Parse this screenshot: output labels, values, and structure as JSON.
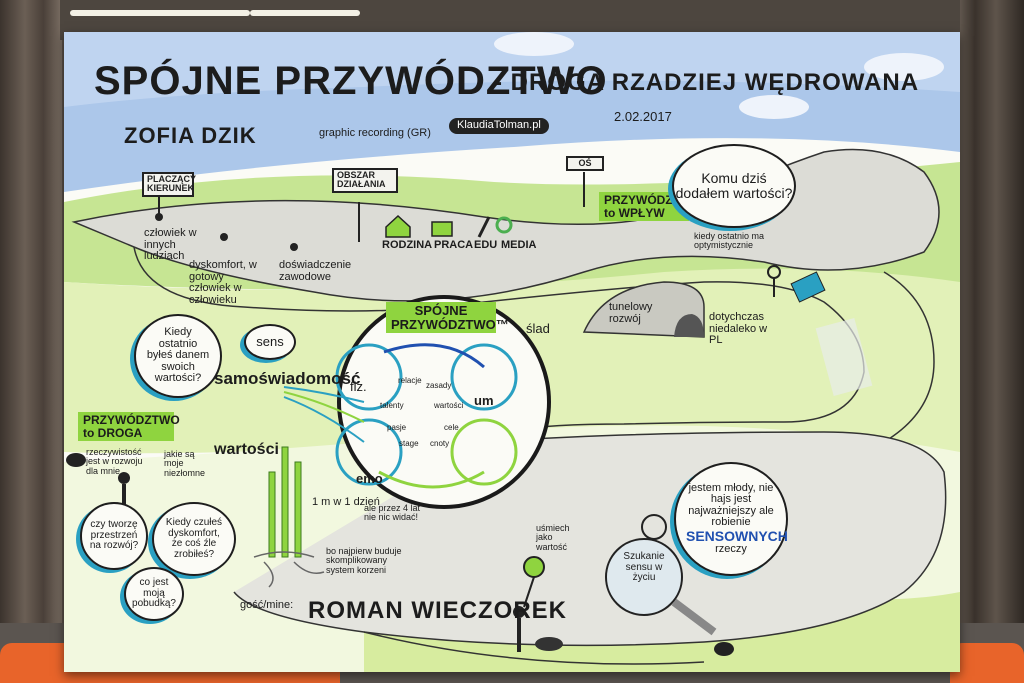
{
  "title": {
    "main": "SPÓJNE PRZYWÓDZTWO",
    "subtitle": "- DROGA RZADZIEJ WĘDROWANA",
    "author": "ZOFIA DZIK",
    "recording": "graphic recording (GR)",
    "brand": "KlaudiaTolman.pl",
    "date": "2.02.2017"
  },
  "signs": {
    "left": "PLACZĄCY KIERUNEK",
    "middle": "OBSZAR DZIAŁANIA",
    "right": "OŚ"
  },
  "road_labels": {
    "cz1": "człowiek w innych ludziach",
    "cz2": "dyskomfort, w gotowy człowiek w człowieku",
    "cz3": "doświadczenie zawodowe",
    "life1": "RODZINA",
    "life2": "PRACA",
    "life3": "EDU",
    "life4": "MEDIA",
    "wplyw": "PRZYWÓDZTWO to WPŁYW",
    "tunel": "tunelowy rozwój",
    "slad": "ślad",
    "doplecz": "dotychczas niedaleko w PL",
    "kiedy_ostatnio": "kiedy ostatnio ma optymistycznie"
  },
  "bubbles": {
    "komu": "Komu dziś dodałem wartości?",
    "kiedy": "Kiedy ostatnio byłeś danem swoich wartości?",
    "sens": "sens",
    "czy": "czy tworzę przestrzeń na rozwój?",
    "dyskomfort": "Kiedy czułeś dyskomfort, że coś źle zrobiłeś?",
    "colest": "co jest moją pobudką?",
    "mlody": "jestem młody, nie hajs jest najważniejszy ale robienie",
    "sensownych": "SENSOWNYCH",
    "rzeczy": "rzeczy"
  },
  "center": {
    "tag": "SPÓJNE PRZYWÓDZTWO™",
    "samo": "samoświadomość",
    "wartosci": "wartości",
    "fiz": "fiz.",
    "um": "um",
    "emo": "emo",
    "words": [
      "relacje",
      "talenty",
      "wartości",
      "pasje",
      "cele",
      "stage",
      "cnoty",
      "zasady"
    ]
  },
  "left": {
    "tag": "PRZYWÓDZTWO to DROGA",
    "nowo": "rzeczywistość jest w rozwoju dla mnie",
    "jakie": "jakie są moje niezłomne",
    "bambus": "1 m w 1 dzień",
    "ale": "ale przez 4 lat nie nic widać!",
    "korzenie": "bo najpierw buduje skomplikowany system korzeni"
  },
  "bottom": {
    "gosc": "gość/mine:",
    "name": "ROMAN WIECZOREK",
    "usmiech": "uśmiech jako wartość",
    "szukanie": "Szukanie sensu w życiu"
  },
  "colors": {
    "green": "#8fd43f",
    "blue": "#2aa0c2",
    "sky": "#6f9fdc",
    "road": "#dcdcd6"
  }
}
